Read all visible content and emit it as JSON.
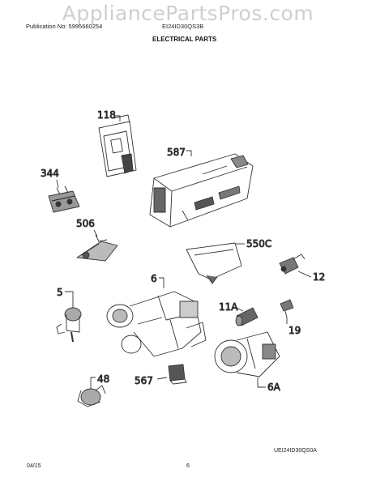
{
  "header": {
    "watermark": "AppliancePartsPros.com",
    "publication": "Publication No: 5995660254",
    "model": "EI24ID30QS3B",
    "section_title": "ELECTRICAL PARTS"
  },
  "callouts": [
    {
      "id": "118",
      "label": "118"
    },
    {
      "id": "587",
      "label": "587"
    },
    {
      "id": "344",
      "label": "344"
    },
    {
      "id": "506",
      "label": "506"
    },
    {
      "id": "550c",
      "label": "550C"
    },
    {
      "id": "12",
      "label": "12"
    },
    {
      "id": "5",
      "label": "5"
    },
    {
      "id": "6",
      "label": "6"
    },
    {
      "id": "11a",
      "label": "11A"
    },
    {
      "id": "19",
      "label": "19"
    },
    {
      "id": "48",
      "label": "48"
    },
    {
      "id": "567",
      "label": "567"
    },
    {
      "id": "6a",
      "label": "6A"
    }
  ],
  "footer": {
    "reference_code": "UEI24ID30QS0A",
    "date": "04/15",
    "page": "6"
  }
}
